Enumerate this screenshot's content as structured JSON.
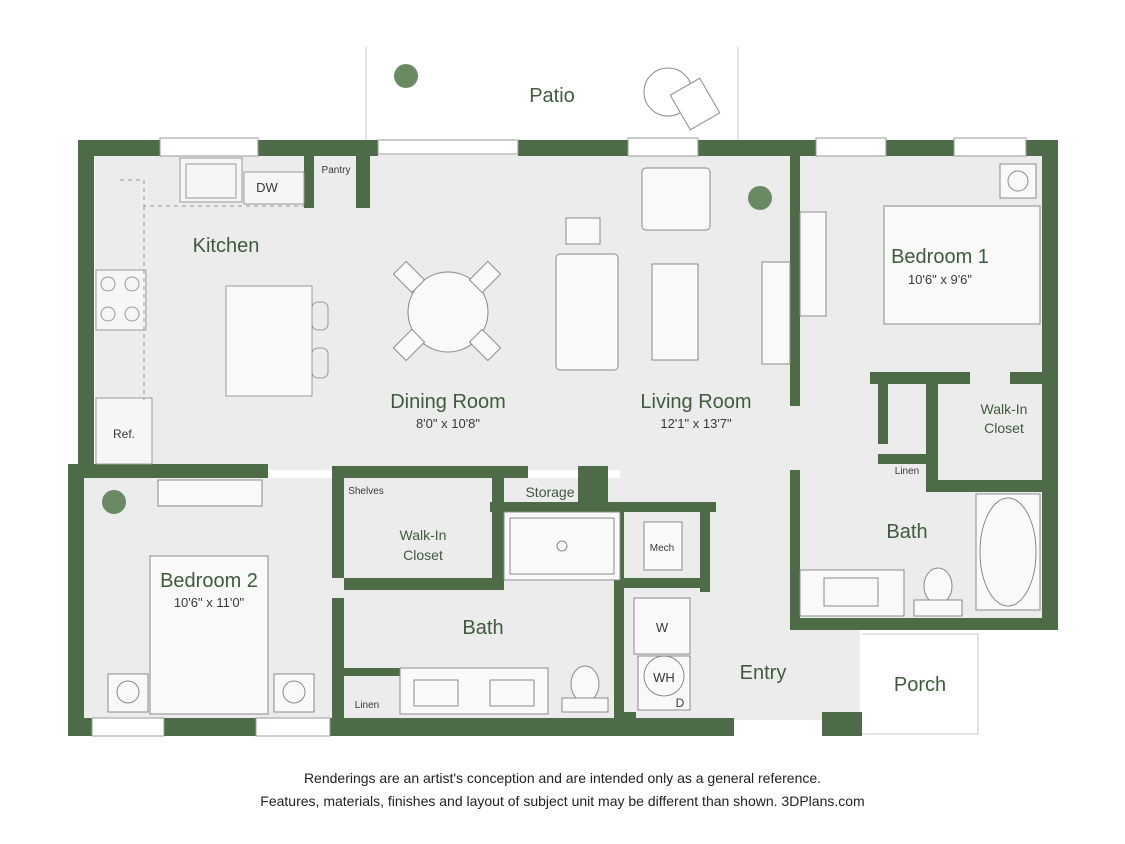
{
  "colors": {
    "wall": "#4d6b47",
    "floor": "#ececec",
    "line": "#9a9a9a",
    "label": "#3f5a3d",
    "text": "#222222"
  },
  "rooms": {
    "patio": "Patio",
    "kitchen": "Kitchen",
    "pantry": "Pantry",
    "dw": "DW",
    "ref": "Ref.",
    "dining": "Dining Room",
    "dining_size": "8'0\" x 10'8\"",
    "living": "Living Room",
    "living_size": "12'1\" x 13'7\"",
    "bedroom1": "Bedroom 1",
    "bedroom1_size": "10'6\" x 9'6\"",
    "walkin1_line1": "Walk-In",
    "walkin1_line2": "Closet",
    "linen1": "Linen",
    "bath1": "Bath",
    "bedroom2": "Bedroom 2",
    "bedroom2_size": "10'6\" x 11'0\"",
    "shelves": "Shelves",
    "walkin2_line1": "Walk-In",
    "walkin2_line2": "Closet",
    "storage": "Storage",
    "mech": "Mech",
    "bath2": "Bath",
    "linen2": "Linen",
    "washer": "W",
    "water_heater": "WH",
    "dryer": "D",
    "entry": "Entry",
    "porch": "Porch"
  },
  "disclaimer": {
    "line1": "Renderings are an artist's conception and are intended only as a general reference.",
    "line2": "Features, materials, finishes and layout of subject unit may be different than shown. 3DPlans.com"
  },
  "icons": [
    "plant-icon",
    "chair-icon",
    "sofa-icon",
    "dining-table-icon",
    "bed-icon",
    "toilet-icon",
    "tub-icon",
    "sink-icon",
    "stove-icon",
    "fan-icon",
    "shower-icon"
  ]
}
